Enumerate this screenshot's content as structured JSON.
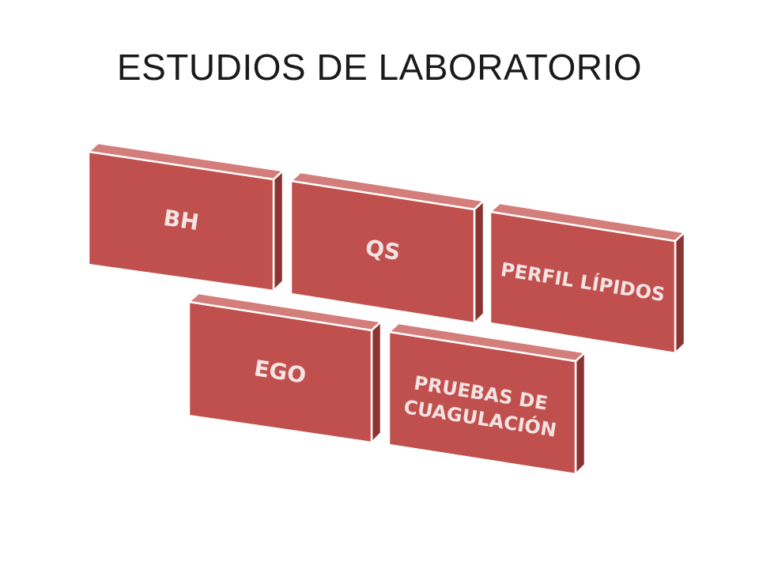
{
  "title": "ESTUDIOS DE LABORATORIO",
  "colors": {
    "front": "#c0504d",
    "top": "#d37e7b",
    "side": "#8c3431",
    "edge": "#ffffff",
    "label": "#f3e3e3"
  },
  "blocks": [
    {
      "id": "bh",
      "lines": [
        "BH"
      ]
    },
    {
      "id": "qs",
      "lines": [
        "QS"
      ]
    },
    {
      "id": "perfil-lipidos",
      "lines": [
        "PERFIL LÍPIDOS"
      ]
    },
    {
      "id": "ego",
      "lines": [
        "EGO"
      ]
    },
    {
      "id": "pruebas-coagulacion",
      "lines": [
        "PRUEBAS DE",
        "CUAGULACIÓN"
      ]
    }
  ]
}
